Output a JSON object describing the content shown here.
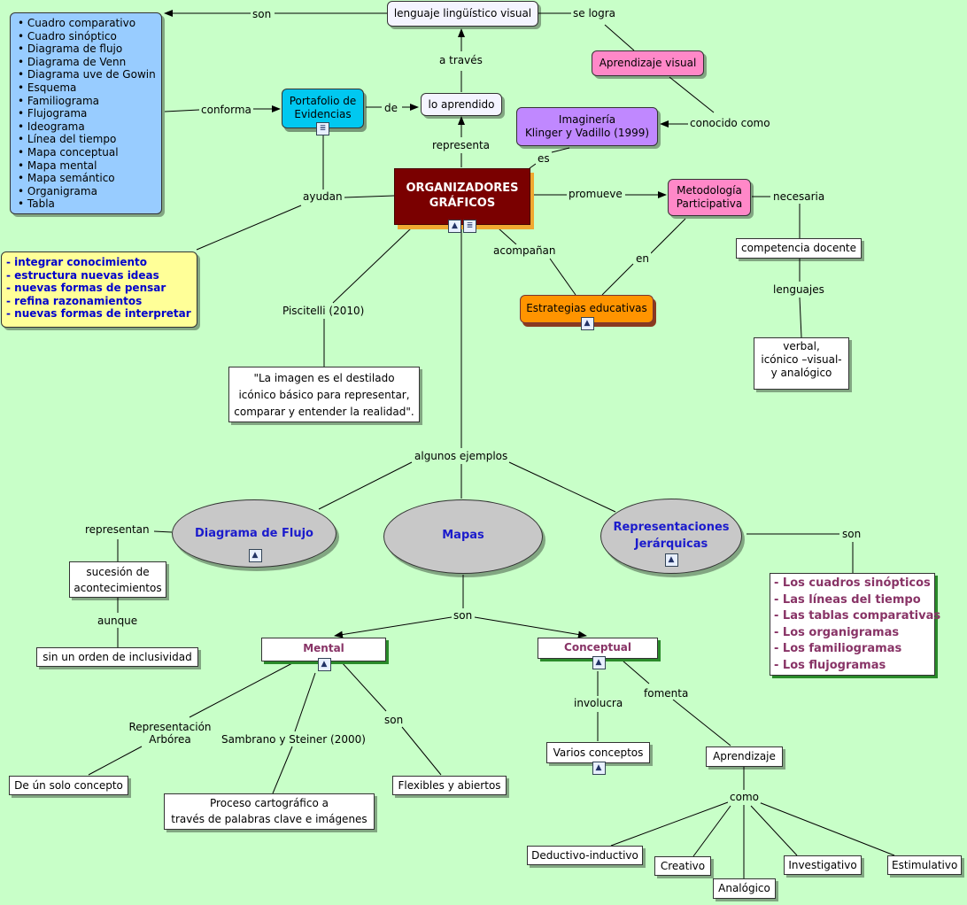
{
  "nodes": {
    "lenguaje": "lenguaje lingüístico visual",
    "aprendizaje_visual": "Aprendizaje visual",
    "imagineria_l1": "Imaginería",
    "imagineria_l2": "Klinger y Vadillo (1999)",
    "portafolio_l1": "Portafolio de",
    "portafolio_l2": "Evidencias",
    "lo_aprendido": "lo aprendido",
    "organizadores_l1": "ORGANIZADORES",
    "organizadores_l2": "GRÁFICOS",
    "metodologia_l1": "Metodología",
    "metodologia_l2": "Participativa",
    "competencia": "competencia docente",
    "verbal_l1": "verbal,",
    "verbal_l2": "icónico –visual-",
    "verbal_l3": "y analógico",
    "estrategias": "Estrategias educativas",
    "cita_l1": "\"La imagen es el destilado",
    "cita_l2": "icónico básico para representar,",
    "cita_l3": "comparar y entender la realidad\".",
    "diagrama_flujo": "Diagrama de Flujo",
    "mapas": "Mapas",
    "representaciones_l1": "Representaciones",
    "representaciones_l2": "Jerárquicas",
    "sucesion_l1": "sucesión de",
    "sucesion_l2": "acontecimientos",
    "sin_orden": "sin un orden de inclusividad",
    "mental": "Mental",
    "conceptual": "Conceptual",
    "de_un_solo": "De ún solo concepto",
    "proceso_l1": "Proceso cartográfico a",
    "proceso_l2": "través de palabras clave e imágenes",
    "flexibles": "Flexibles y abiertos",
    "varios": "Varios conceptos",
    "aprendizaje": "Aprendizaje",
    "deductivo": "Deductivo-inductivo",
    "creativo": "Creativo",
    "analogico": "Analógico",
    "investigativo": "Investigativo",
    "estimulativo": "Estimulativo"
  },
  "lists": {
    "herramientas": [
      "Cuadro comparativo",
      "Cuadro sinóptico",
      "Diagrama de flujo",
      "Diagrama de Venn",
      "Diagrama uve de Gowin",
      "Esquema",
      "Familiograma",
      "Flujograma",
      "Ideograma",
      "Línea del tiempo",
      "Mapa conceptual",
      "Mapa mental",
      "Mapa semántico",
      "Organigrama",
      "Tabla"
    ],
    "ayudan": [
      "- integrar conocimiento",
      "- estructura nuevas ideas",
      "- nuevas formas de pensar",
      "- refina razonamientos",
      "- nuevas formas de interpretar"
    ],
    "jerarquicas": [
      "- Los cuadros sinópticos",
      "- Las líneas del tiempo",
      "- Las tablas comparativas",
      "- Los organigramas",
      "- Los familiogramas",
      "- Los flujogramas"
    ]
  },
  "labels": {
    "son_top": "son",
    "se_logra": "se logra",
    "a_traves": "a través",
    "conocido_como": "conocido como",
    "conforma": "conforma",
    "de": "de",
    "representa": "representa",
    "es": "es",
    "ayudan": "ayudan",
    "promueve": "promueve",
    "necesaria": "necesaria",
    "acompanan": "acompañan",
    "en": "en",
    "lenguajes": "lenguajes",
    "piscitelli": "Piscitelli (2010)",
    "algunos_ejemplos": "algunos ejemplos",
    "representan": "representan",
    "son_right": "son",
    "aunque": "aunque",
    "son_mapas": "son",
    "representacion_l1": "Representación",
    "representacion_l2": "Arbórea",
    "sambrano": "Sambrano y Steiner (2000)",
    "son_mental": "son",
    "involucra": "involucra",
    "fomenta": "fomenta",
    "como": "como"
  },
  "icons": {
    "image": "image-icon",
    "document": "document-icon"
  },
  "colors": {
    "background": "#c8ffc8",
    "organizadores": "#7a0000",
    "portafolio": "#00c8f0",
    "aprendizaje_visual": "#ff88c8",
    "imagineria": "#c088ff",
    "metodologia": "#ff88c8",
    "estrategias": "#ff9400",
    "herramientas": "#98ccff",
    "ayudan": "#ffff98",
    "jerarquicas_text": "#883366",
    "ayudan_text": "#0000cc"
  }
}
